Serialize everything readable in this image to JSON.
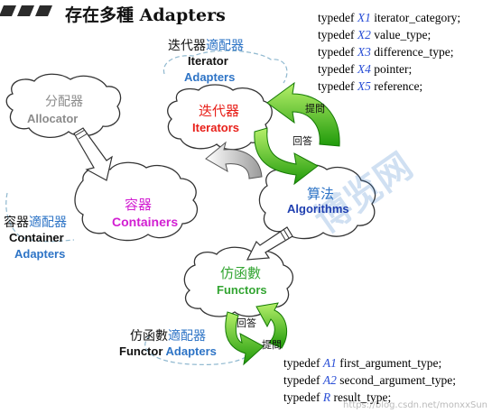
{
  "title": "存在多種 Adapters",
  "colors": {
    "blue": "#2e74c6",
    "red": "#e8201a",
    "magenta": "#d21fd2",
    "green": "#33a532",
    "gray": "#8c8c8c",
    "typedef_blue": "#2a4fd6"
  },
  "nodes": {
    "allocator": {
      "zh": "分配器",
      "en": "Allocator"
    },
    "containers": {
      "zh": "容器",
      "en": "Containers"
    },
    "iterators": {
      "zh": "迭代器",
      "en": "Iterators"
    },
    "algorithms": {
      "zh": "算法",
      "en": "Algorithms"
    },
    "functors": {
      "zh": "仿函數",
      "en": "Functors"
    }
  },
  "adapters": {
    "iterator": {
      "zh_a": "迭代器",
      "zh_b": "適配器",
      "en_a": "Iterator",
      "en_b": "Adapters"
    },
    "container": {
      "zh_a": "容器",
      "zh_b": "適配器",
      "en_a": "Container",
      "en_b": "Adapters"
    },
    "functor": {
      "zh_a": "仿函數",
      "zh_b": "適配器",
      "en_a": "Functor",
      "en_b": "Adapters"
    }
  },
  "arrow_labels": {
    "ask1": "提問",
    "answer1": "回答",
    "answer2": "回答",
    "ask2": "提問"
  },
  "iterator_typedefs": [
    {
      "kw": "typedef",
      "t": "X1",
      "name": "iterator_category;"
    },
    {
      "kw": "typedef",
      "t": "X2",
      "name": "value_type;"
    },
    {
      "kw": "typedef",
      "t": "X3",
      "name": "difference_type;"
    },
    {
      "kw": "typedef",
      "t": "X4",
      "name": "pointer;"
    },
    {
      "kw": "typedef",
      "t": "X5",
      "name": "reference;"
    }
  ],
  "functor_typedefs": [
    {
      "kw": "typedef",
      "t": "A1",
      "name": "first_argument_type;"
    },
    {
      "kw": "typedef",
      "t": "A2",
      "name": "second_argument_type;"
    },
    {
      "kw": "typedef",
      "t": "R",
      "name": "result_type;"
    }
  ],
  "watermark": {
    "brand": "博览网",
    "line": "https://blog.csdn.net/monxxSun"
  }
}
